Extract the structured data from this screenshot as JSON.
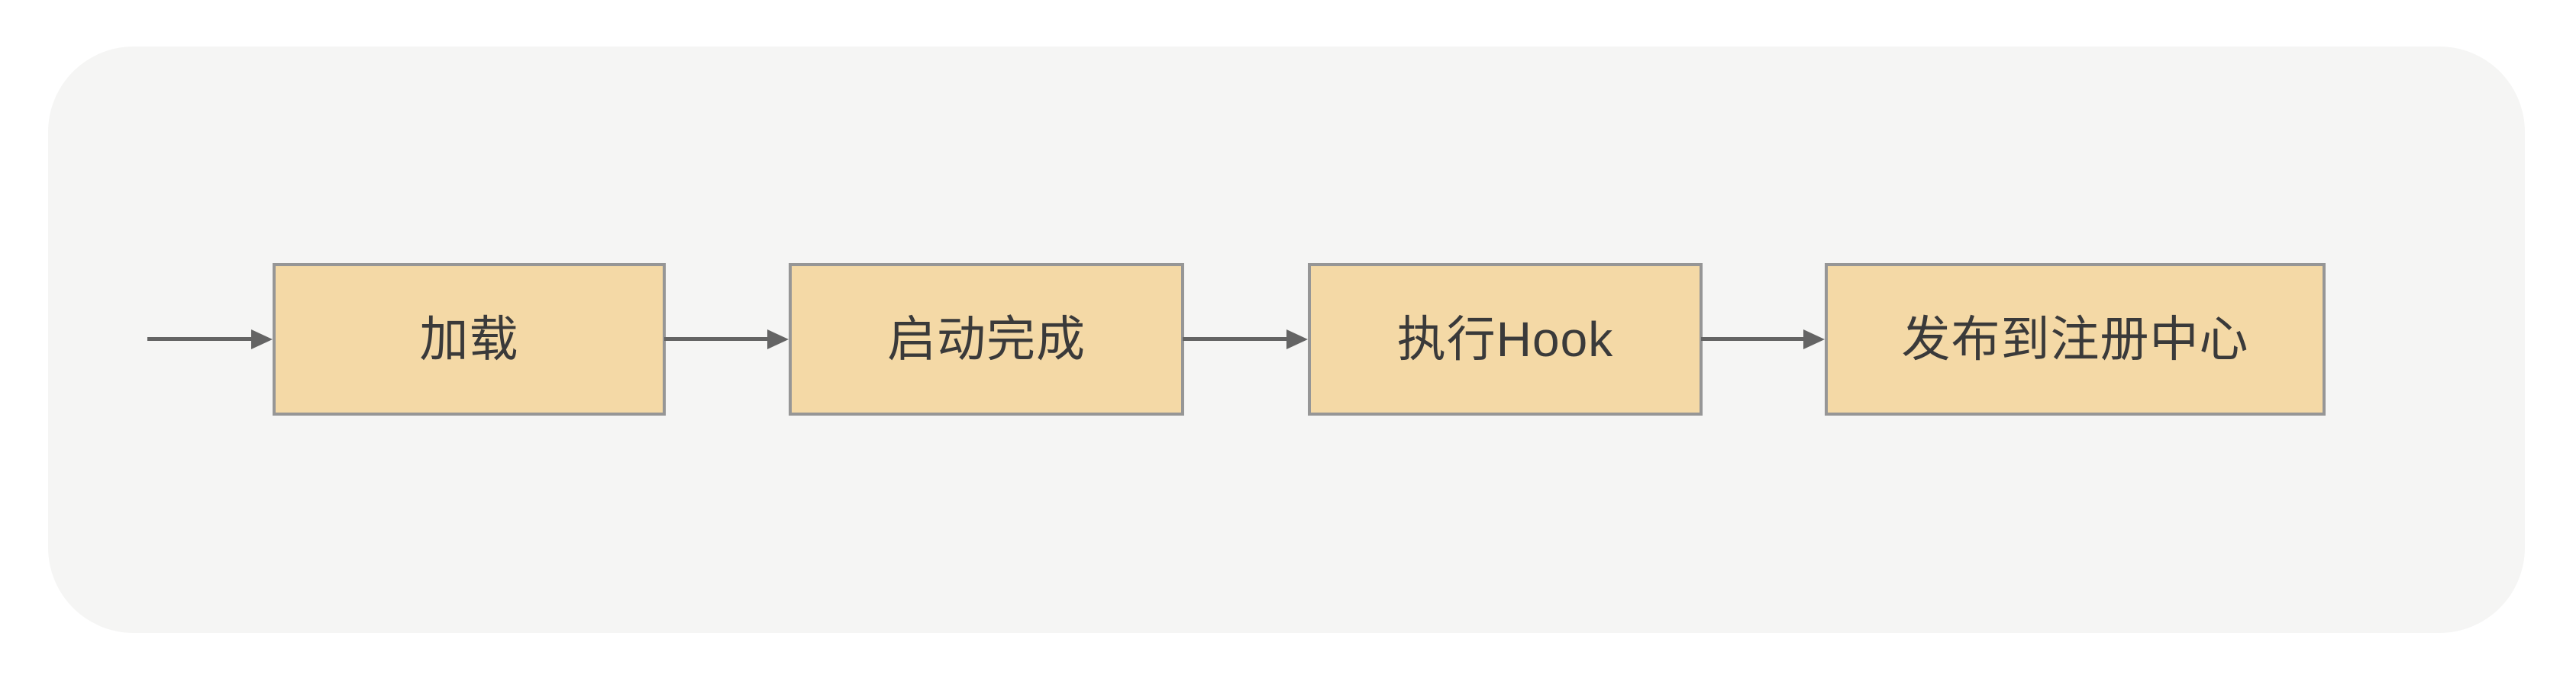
{
  "diagram": {
    "type": "flowchart",
    "direction": "left-to-right",
    "nodes": [
      {
        "id": "load",
        "label": "加载"
      },
      {
        "id": "startup-complete",
        "label": "启动完成"
      },
      {
        "id": "execute-hook",
        "label": "执行Hook"
      },
      {
        "id": "publish-to-registry",
        "label": "发布到注册中心"
      }
    ],
    "edges": [
      {
        "from": "start",
        "to": "load"
      },
      {
        "from": "load",
        "to": "startup-complete"
      },
      {
        "from": "startup-complete",
        "to": "execute-hook"
      },
      {
        "from": "execute-hook",
        "to": "publish-to-registry"
      }
    ],
    "colors": {
      "page_background": "#ffffff",
      "panel_background": "#f5f5f4",
      "node_fill": "#f4d9a6",
      "node_border": "#969696",
      "node_text": "#3a3a3a",
      "arrow": "#646464"
    }
  }
}
